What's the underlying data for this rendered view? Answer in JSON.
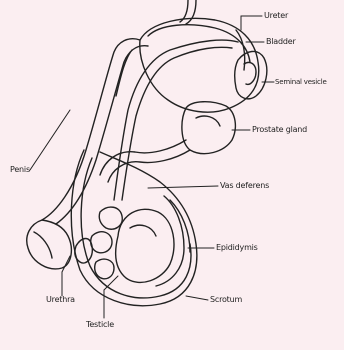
{
  "diagram": {
    "colors": {
      "background": "#fbeef1",
      "ink": "#222222"
    },
    "labels": {
      "ureter": "Ureter",
      "bladder": "Bladder",
      "seminal_vesicle": "Seminal vesicle",
      "prostate_gland": "Prostate gland",
      "penis": "Penis",
      "vas_deferens": "Vas deferens",
      "epididymis": "Epididymis",
      "urethra": "Urethra",
      "scrotum": "Scrotum",
      "testicle": "Testicle"
    }
  }
}
